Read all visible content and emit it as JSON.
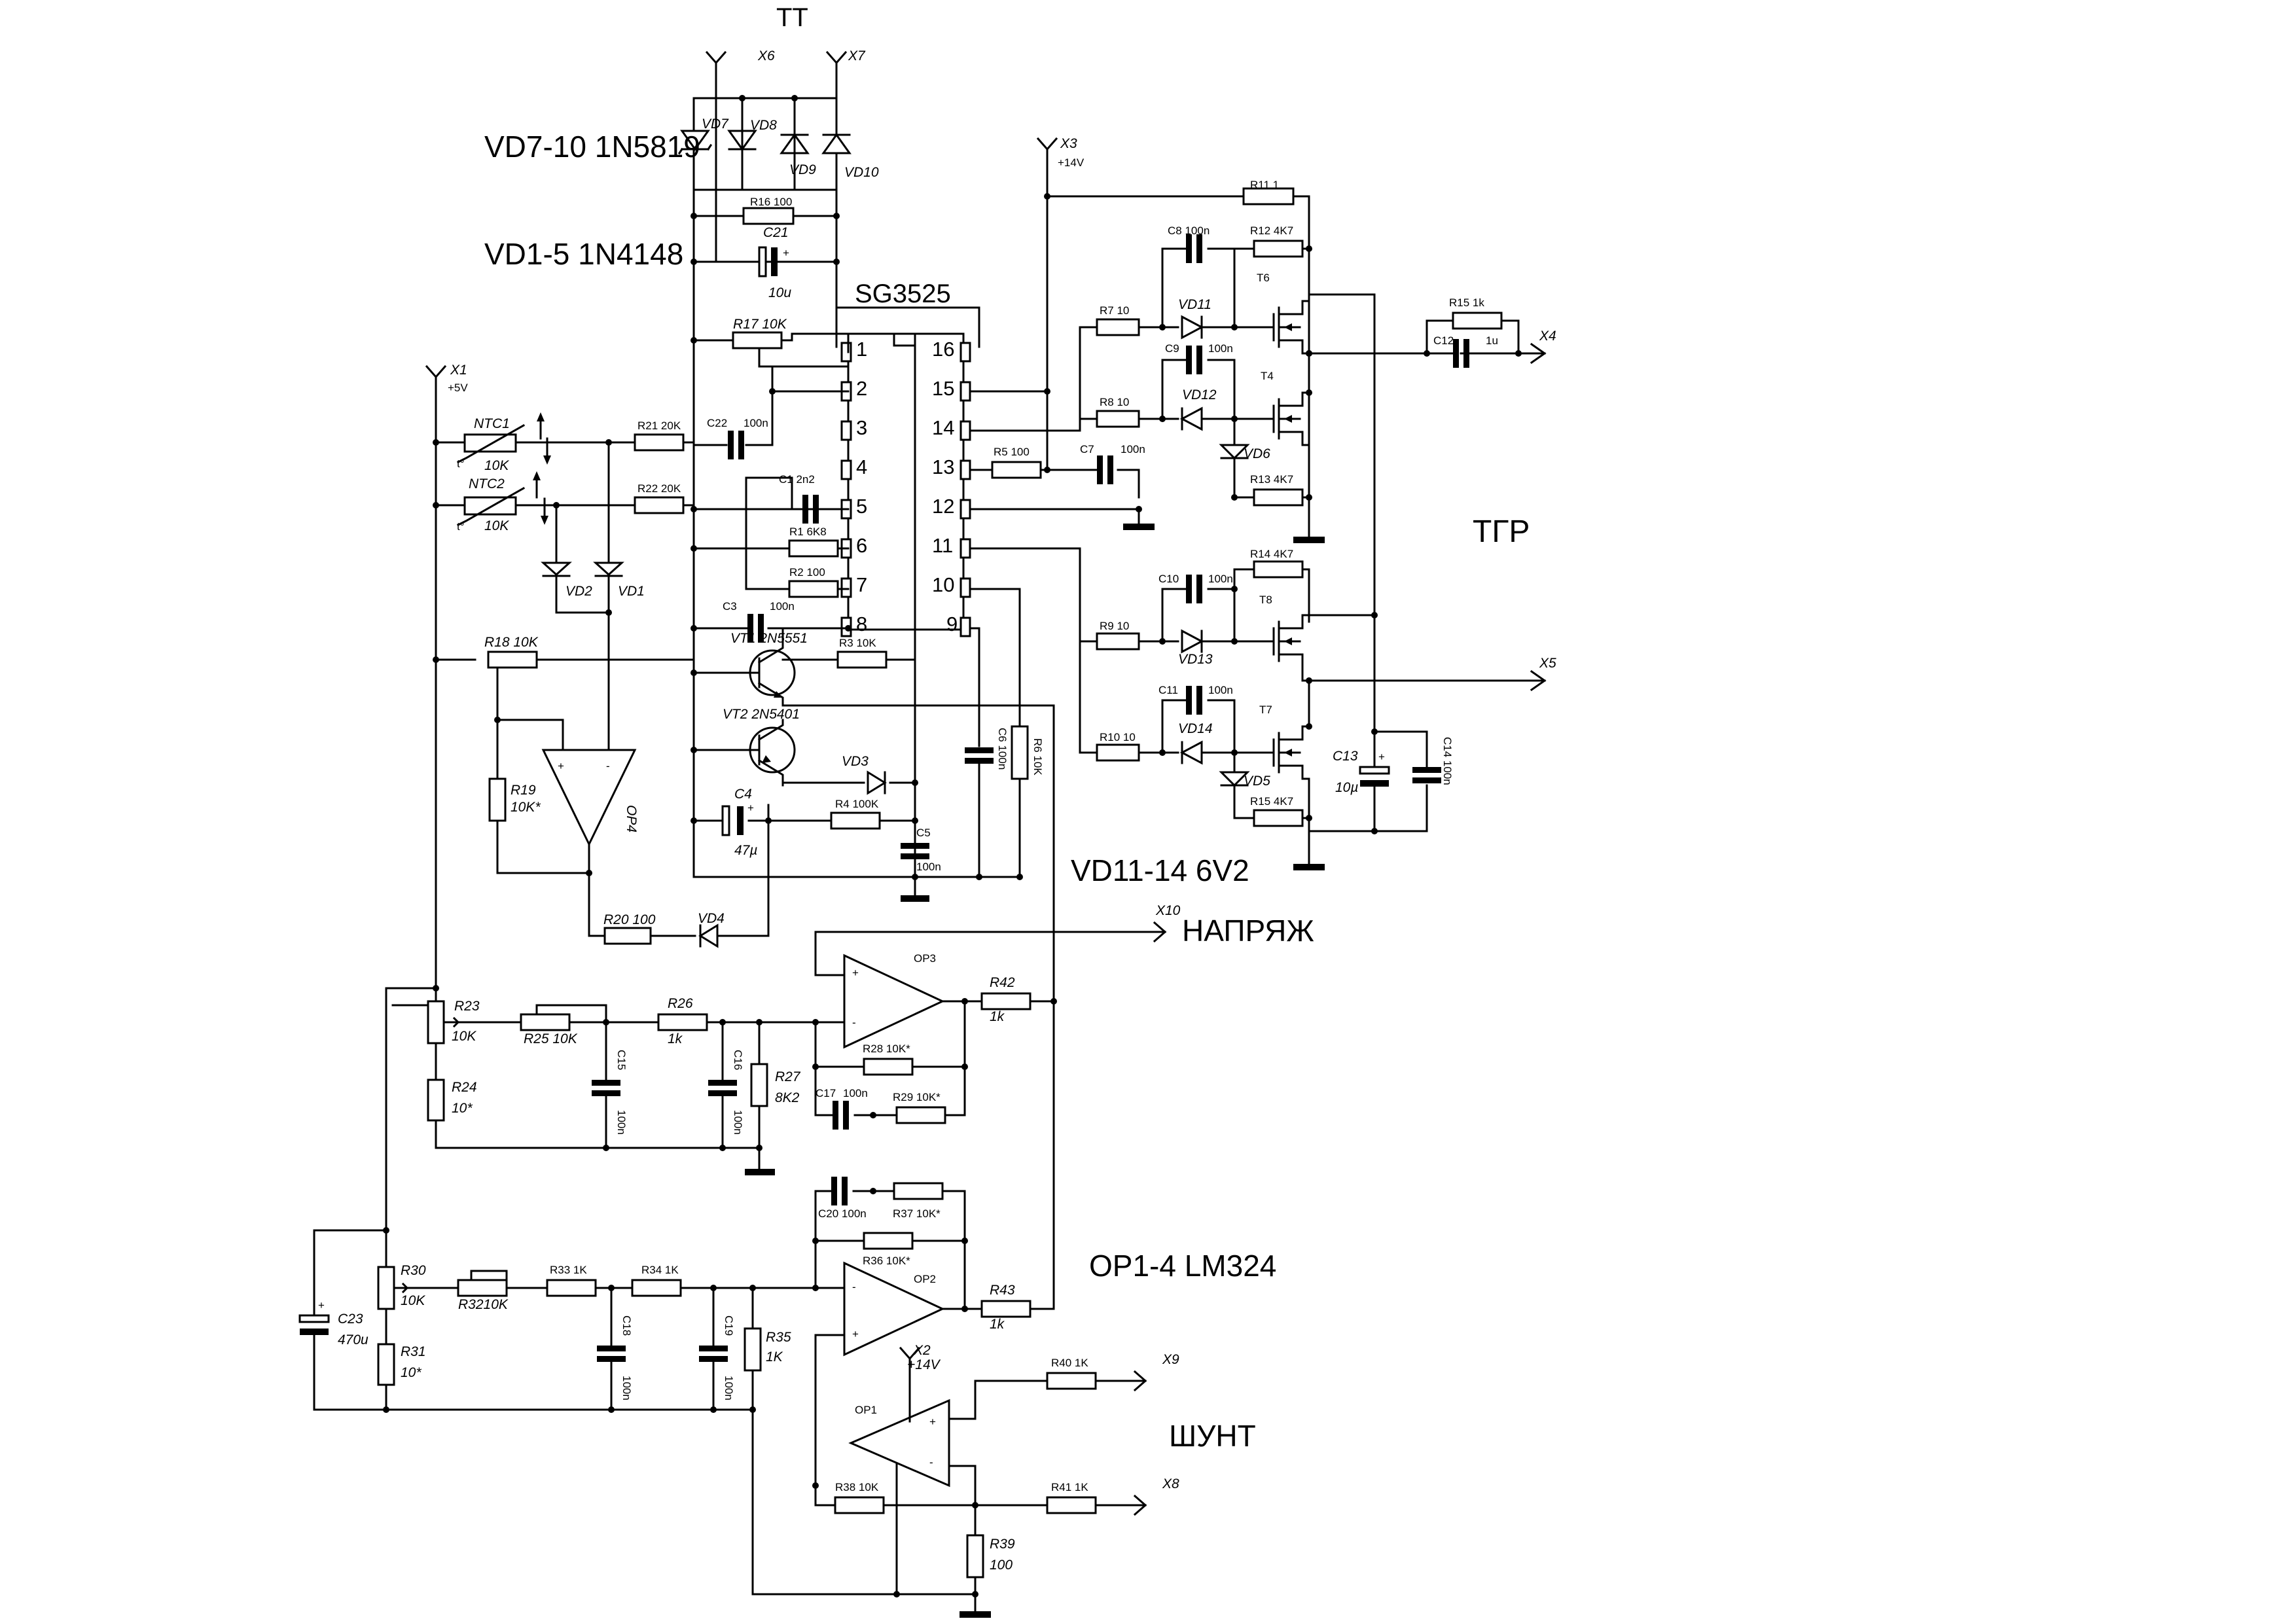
{
  "notes": {
    "tt": "ТТ",
    "vd7_10": "VD7-10 1N5819",
    "vd1_5": "VD1-5 1N4148",
    "sg3525": "SG3525",
    "tgr": "ТГР",
    "vd11_14": "VD11-14  6V2",
    "op1_4": "OP1-4 LM324",
    "napr": "НАПРЯЖ",
    "shunt": "ШУНТ"
  },
  "connectors": {
    "x1": "X1",
    "x1v": "+5V",
    "x2": "X2",
    "x2v": "+14V",
    "x3": "X3",
    "x3v": "+14V",
    "x4": "X4",
    "x5": "X5",
    "x6": "X6",
    "x7": "X7",
    "x8": "X8",
    "x9": "X9",
    "x10": "X10"
  },
  "components": {
    "r1": "R1  6K8",
    "r2": "R2  100",
    "r3": "R3  10K",
    "r4": "R4  100K",
    "r5": "R5  100",
    "r6": "R6  10K",
    "r7": "R7  10",
    "r8": "R8  10",
    "r9": "R9  10",
    "r10": "R10  10",
    "r11": "R11  1",
    "r12": "R12  4K7",
    "r13": "R13  4K7",
    "r14": "R14  4K7",
    "r15a": "R15  1k",
    "r15b": "R15  4K7",
    "r16": "R16  100",
    "r17": "R17 10K",
    "r18": "R18 10K",
    "r19": "R19",
    "r19v": "10K*",
    "r20": "R20 100",
    "r21": "R21  20K",
    "r22": "R22  20K",
    "r23": "R23",
    "r23v": "10K",
    "r24": "R24",
    "r24v": "10*",
    "r25": "R25 10K",
    "r26": "R26",
    "r26v": "1k",
    "r27": "R27",
    "r27v": "8K2",
    "r28": "R28 10K*",
    "r29": "R29 10K*",
    "r30": "R30",
    "r30v": "10K",
    "r31": "R31",
    "r31v": "10*",
    "r32": "R3210K",
    "r33": "R33  1K",
    "r34": "R34  1K",
    "r35": "R35",
    "r35v": "1K",
    "r36": "R36 10K*",
    "r37": "R37 10K*",
    "r38": "R38  10K",
    "r39": "R39",
    "r39v": "100",
    "r40": "R40  1K",
    "r41": "R41  1K",
    "r42": "R42",
    "r42v": "1k",
    "r43": "R43",
    "r43v": "1k",
    "c1": "C1  2n2",
    "c3": "C3",
    "c3v": "100n",
    "c4": "C4",
    "c4v": "47µ",
    "c5": "C5",
    "c5v": "100n",
    "c6": "C6 100n",
    "c7": "C7",
    "c7v": "100n",
    "c8": "C8  100n",
    "c9": "C9",
    "c9v": "100n",
    "c10": "C10",
    "c10v": "100n",
    "c11": "C11",
    "c11v": "100n",
    "c12": "C12",
    "c12v": "1u",
    "c13": "C13",
    "c13v": "10µ",
    "c14": "C14  100n",
    "c15": "C15",
    "c15v": "100n",
    "c16": "C16",
    "c16v": "100n",
    "c17": "C17",
    "c17v": "100n",
    "c18": "C18",
    "c18v": "100n",
    "c19": "C19",
    "c19v": "100n",
    "c20": "C20  100n",
    "c21": "C21",
    "c21v": "10u",
    "c22": "C22",
    "c22v": "100n",
    "c23": "C23",
    "c23v": "470u",
    "vd1": "VD1",
    "vd2": "VD2",
    "vd3": "VD3",
    "vd4": "VD4",
    "vd5": "VD5",
    "vd6": "VD6",
    "vd7": "VD7",
    "vd8": "VD8",
    "vd9": "VD9",
    "vd10": "VD10",
    "vd11": "VD11",
    "vd12": "VD12",
    "vd13": "VD13",
    "vd14": "VD14",
    "t4": "T4",
    "t6": "T6",
    "t7": "T7",
    "t8": "T8",
    "vt1": "VT1 2N5551",
    "vt2": "VT2  2N5401",
    "ntc1": "NTC1",
    "ntc1v": "10K",
    "ntc2": "NTC2",
    "ntc2v": "10K",
    "op1": "OP1",
    "op2": "OP2",
    "op3": "OP3",
    "op4": "OP4"
  },
  "ic_pins": {
    "left": [
      "1",
      "2",
      "3",
      "4",
      "5",
      "6",
      "7",
      "8"
    ],
    "right": [
      "16",
      "15",
      "14",
      "13",
      "12",
      "11",
      "10",
      "9"
    ]
  }
}
